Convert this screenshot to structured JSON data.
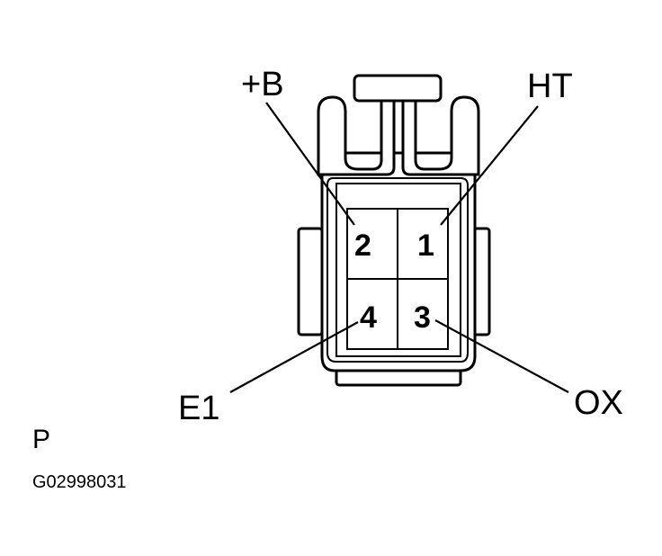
{
  "connector": {
    "view_letter": "P",
    "figure_code": "G02998031",
    "pins": [
      {
        "number": "2",
        "label": "+B"
      },
      {
        "number": "1",
        "label": "HT"
      },
      {
        "number": "4",
        "label": "E1"
      },
      {
        "number": "3",
        "label": "OX"
      }
    ]
  },
  "colors": {
    "line": "#000000",
    "background": "#ffffff"
  }
}
